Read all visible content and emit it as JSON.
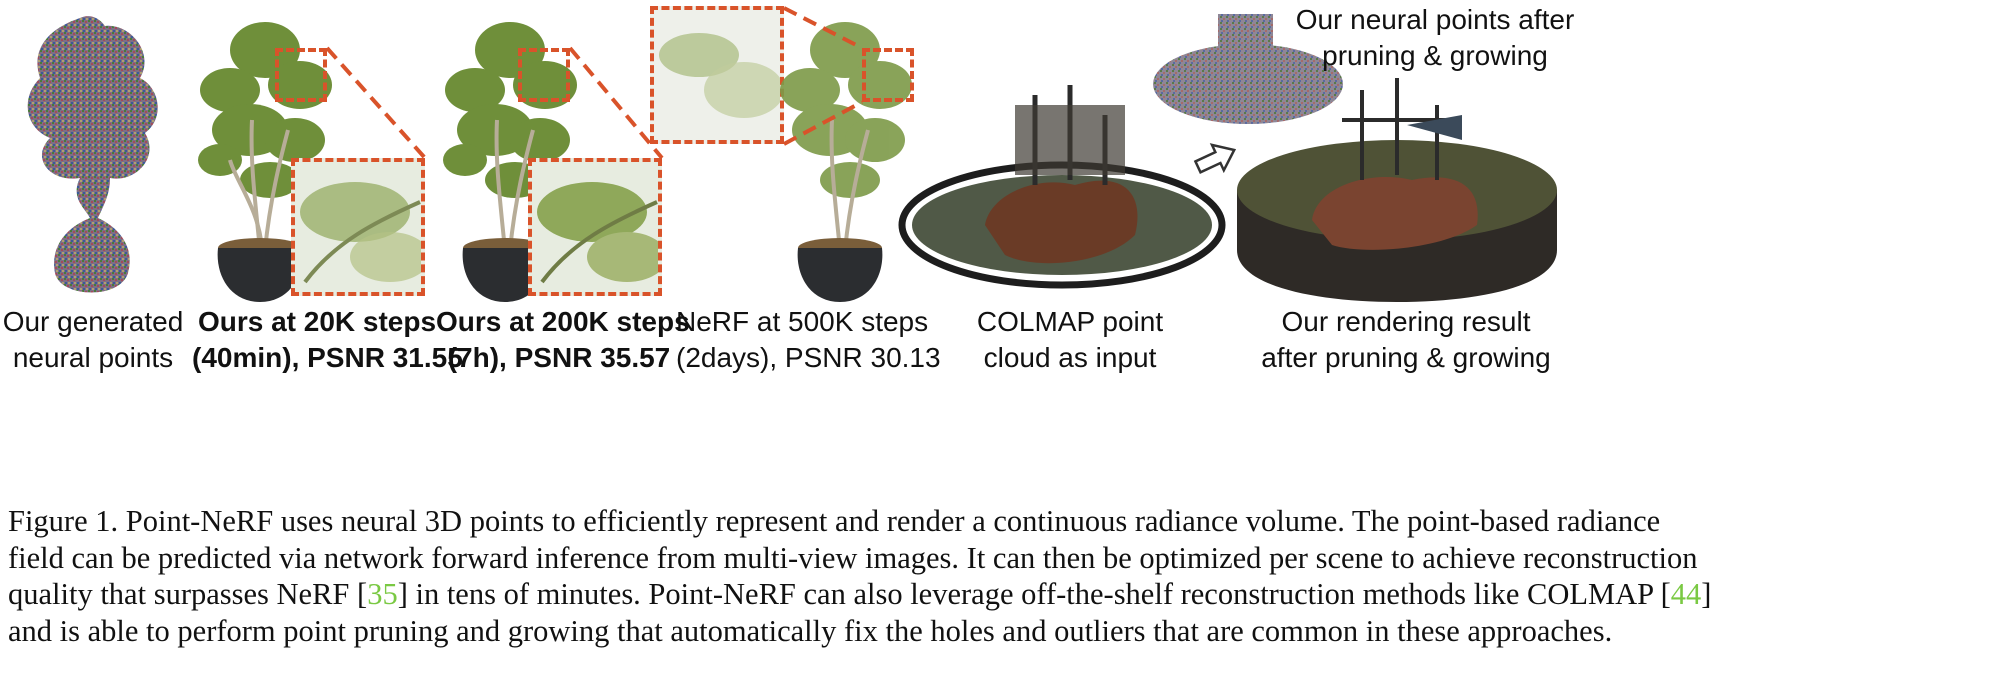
{
  "figure": {
    "labels": {
      "p1": [
        "Our generated",
        "neural points"
      ],
      "p2": [
        "Ours at 20K steps",
        "(40min), PSNR 31.55"
      ],
      "p3": [
        "Ours at 200K steps",
        "(7h), PSNR 35.57"
      ],
      "p4": [
        "NeRF at 500K steps",
        "(2days), PSNR 30.13"
      ],
      "p5": [
        "COLMAP point",
        "cloud as input"
      ],
      "p6": [
        "Our rendering result",
        "after pruning & growing"
      ],
      "top_right": [
        "Our neural points after",
        "pruning & growing"
      ]
    },
    "colors": {
      "zoom_border": "#d9532a",
      "leaf": "#6f8f3a",
      "pot": "#2b2d30",
      "cite": "#7ac943"
    },
    "icons": {
      "arrow": "hollow-right-arrow-icon"
    }
  },
  "caption": {
    "l1": "Figure 1. Point-NeRF uses neural 3D points to efficiently represent and render a continuous radiance volume. The point-based radiance",
    "l2": "field can be predicted via network forward inference from multi-view images. It can then be optimized per scene to achieve reconstruction",
    "l3a": "quality that surpasses NeRF [",
    "l3c": "35",
    "l3b": "] in tens of minutes. Point-NeRF can also leverage off-the-shelf reconstruction methods like COLMAP [",
    "l3d": "44",
    "l3e": "]",
    "l4": "and is able to perform point pruning and growing that automatically fix the holes and outliers that are common in these approaches."
  }
}
